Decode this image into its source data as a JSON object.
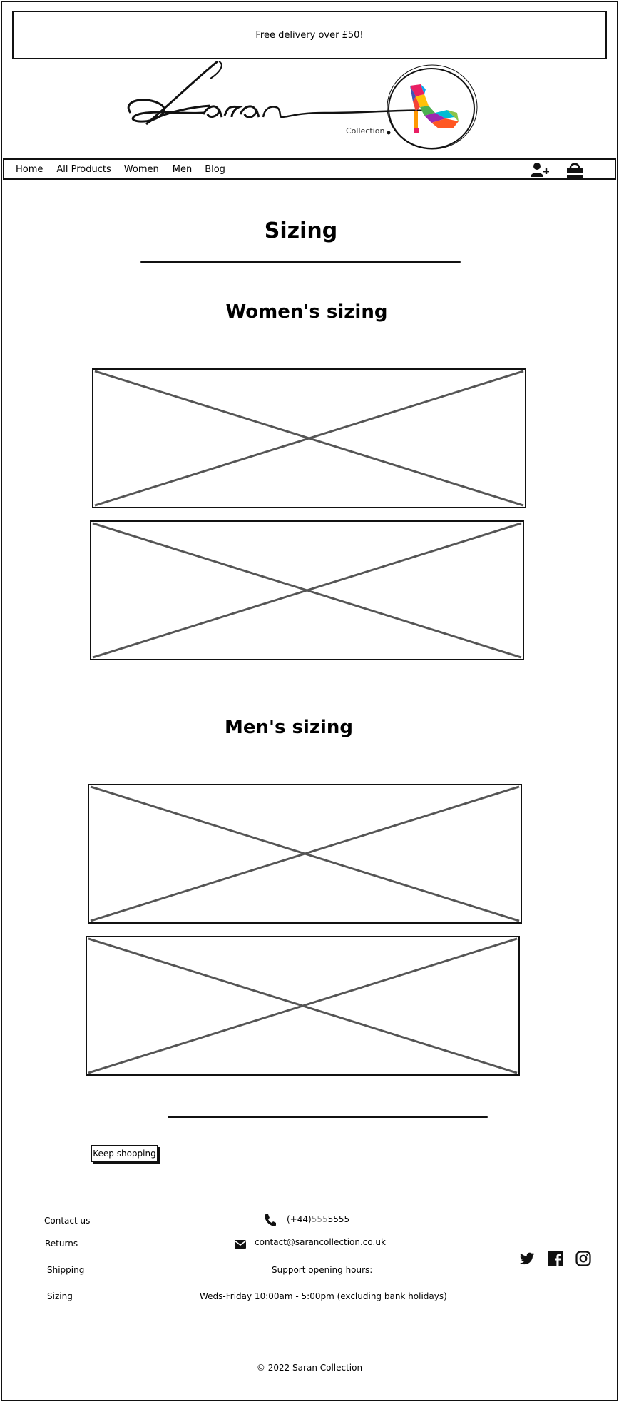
{
  "promo_banner": {
    "text": "Free delivery over £50!"
  },
  "brand": {
    "script_name": "Saran",
    "sub_label": "Collection"
  },
  "nav": {
    "items": [
      {
        "label": "Home"
      },
      {
        "label": "All Products"
      },
      {
        "label": "Women"
      },
      {
        "label": "Men"
      },
      {
        "label": "Blog"
      }
    ],
    "icons": [
      "add-user-icon",
      "shopping-bag-icon"
    ]
  },
  "main": {
    "page_title": "Sizing",
    "women_heading": "Women's sizing",
    "men_heading": "Men's sizing",
    "keep_shopping_label": "Keep shopping"
  },
  "footer": {
    "links": [
      {
        "label": "Contact us"
      },
      {
        "label": "Returns"
      },
      {
        "label": "Shipping"
      },
      {
        "label": "Sizing"
      }
    ],
    "phone_prefix": "(+44)",
    "phone_mid": "555",
    "phone_suffix": "5555",
    "email": "contact@sarancollection.co.uk",
    "hours_title": "Support opening hours:",
    "hours_text": "Weds-Friday 10:00am - 5:00pm (excluding bank holidays)",
    "social_icons": [
      "twitter-icon",
      "facebook-icon",
      "instagram-icon"
    ],
    "copyright": "© 2022 Saran Collection"
  },
  "colors": {
    "ink": "#111111",
    "placeholder_cross": "#555555",
    "phone_mid": "#888888"
  }
}
